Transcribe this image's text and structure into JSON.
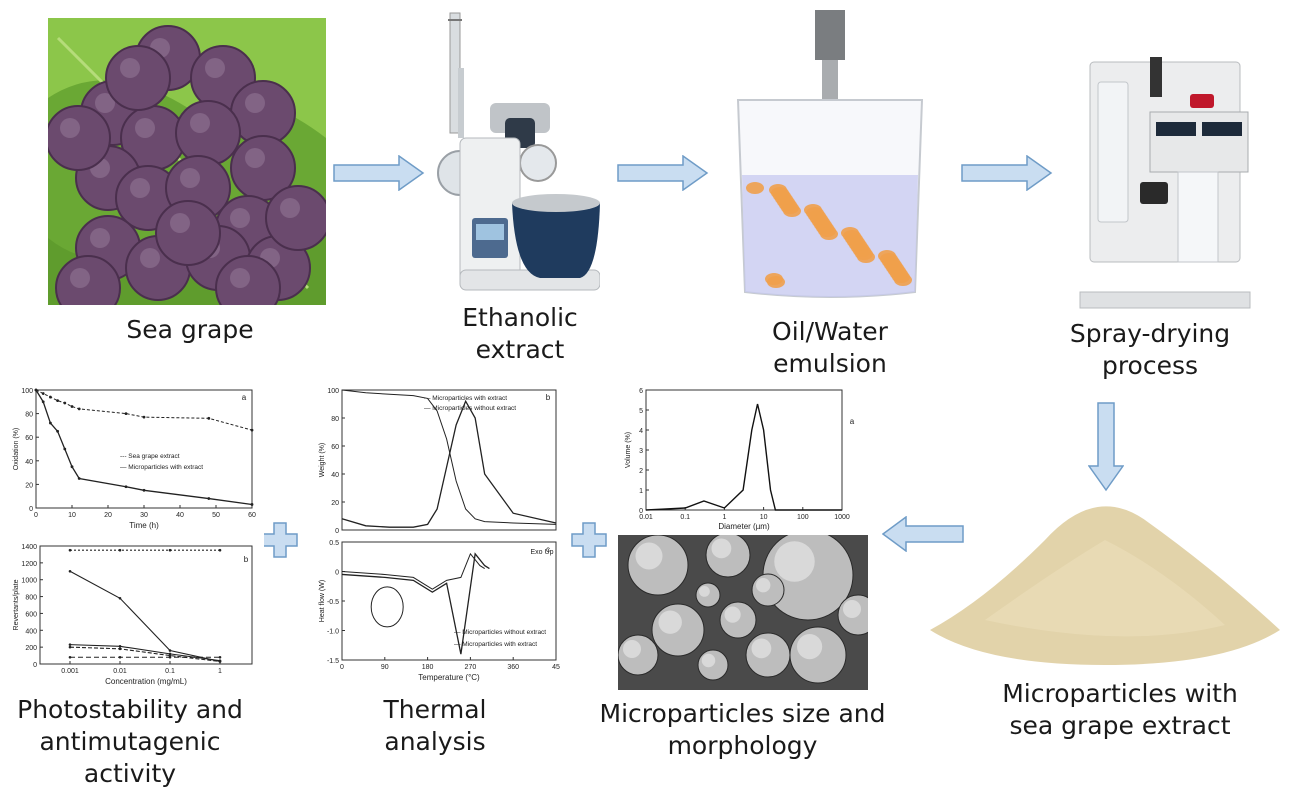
{
  "steps": {
    "sea_grape": "Sea grape",
    "ethanolic": "Ethanolic\nextract",
    "emulsion": "Oil/Water\nemulsion",
    "spray": "Spray-drying\nprocess",
    "microparticles": "Microparticles with\nsea grape extract",
    "size_morph": "Microparticles size and\nmorphology",
    "thermal": "Thermal\nanalysis",
    "photo": "Photostability and\nantimutagenic\nactivity"
  },
  "colors": {
    "arrow_fill": "#c9ddf1",
    "arrow_stroke": "#6f9cc7",
    "grape": "#6b4a6e",
    "leaf": "#7dbb3c",
    "powder": "#e2d3aa",
    "oil_drop": "#f0a04b",
    "water": "#c7c9f0"
  },
  "icons": {
    "flow_arrow": "right-arrow-icon",
    "plus": "plus-icon"
  },
  "chart_data": [
    {
      "id": "oxidation",
      "type": "line",
      "panel_label": "a",
      "ylabel": "Oxidation (%)",
      "xlabel": "Time (h)",
      "xlim": [
        0,
        60
      ],
      "ylim": [
        0,
        100
      ],
      "xticks": [
        "0",
        "10",
        "20",
        "30",
        "40",
        "50",
        "60"
      ],
      "yticks": [
        "0",
        "20",
        "40",
        "60",
        "80",
        "100"
      ],
      "series": [
        {
          "name": "Sea grape extract",
          "x": [
            0,
            2,
            4,
            6,
            8,
            10,
            12,
            25,
            30,
            48,
            60
          ],
          "values": [
            100,
            97,
            94,
            91,
            89,
            86,
            84,
            80,
            77,
            76,
            66
          ]
        },
        {
          "name": "Microparticles with extract",
          "x": [
            0,
            2,
            4,
            6,
            8,
            10,
            12,
            25,
            30,
            48,
            60
          ],
          "values": [
            100,
            90,
            72,
            65,
            50,
            35,
            25,
            18,
            15,
            8,
            3
          ]
        }
      ]
    },
    {
      "id": "revertants",
      "type": "line",
      "panel_label": "b",
      "ylabel": "Revertants/plate",
      "xlabel": "Concentration (mg/mL)",
      "ylim": [
        0,
        1400
      ],
      "yticks": [
        "0",
        "200",
        "400",
        "600",
        "800",
        "1000",
        "1200",
        "1400"
      ],
      "xticks": [
        "0.001",
        "0.01",
        "0.1",
        "1"
      ],
      "series": [
        {
          "x": [
            0.001,
            0.01,
            0.1,
            1
          ],
          "values": [
            1100,
            780,
            160,
            30
          ]
        },
        {
          "x": [
            0.001,
            0.01,
            0.1,
            1
          ],
          "values": [
            230,
            210,
            120,
            40
          ]
        },
        {
          "x": [
            0.001,
            0.01,
            0.1,
            1
          ],
          "values": [
            200,
            180,
            100,
            30
          ]
        },
        {
          "x": [
            0.001,
            0.01,
            0.1,
            1
          ],
          "values": [
            1350,
            1350,
            1350,
            1350
          ]
        },
        {
          "x": [
            0.001,
            0.01,
            0.1,
            1
          ],
          "values": [
            80,
            80,
            80,
            80
          ]
        }
      ]
    },
    {
      "id": "tga",
      "type": "line",
      "panel_label": "b",
      "ylabel": "Weight (%)",
      "ylim": [
        0,
        100
      ],
      "yticks": [
        "0",
        "20",
        "40",
        "60",
        "80",
        "100"
      ],
      "series": [
        {
          "name": "Microparticles with extract",
          "x": [
            0,
            50,
            100,
            150,
            180,
            200,
            220,
            240,
            260,
            280,
            300,
            360,
            450
          ],
          "values": [
            100,
            98,
            97,
            96,
            94,
            85,
            65,
            35,
            15,
            8,
            6,
            5,
            4
          ]
        },
        {
          "name": "Microparticles without extract",
          "x": [
            0,
            50,
            100,
            150,
            180,
            200,
            220,
            240,
            260,
            280,
            300,
            360,
            450
          ],
          "values": [
            8,
            3,
            2,
            2,
            4,
            15,
            45,
            75,
            92,
            80,
            40,
            12,
            5
          ]
        }
      ]
    },
    {
      "id": "dsc",
      "type": "line",
      "panel_label": "c",
      "annotation": "Exo Up",
      "ylabel": "Heat flow (W)",
      "xlabel": "Temperature (°C)",
      "ylim": [
        -1.5,
        0.5
      ],
      "yticks": [
        "0.5",
        "0",
        "-0.5",
        "-1.0",
        "-1.5"
      ],
      "xticks": [
        "0",
        "90",
        "180",
        "270",
        "360",
        "45"
      ],
      "series": [
        {
          "name": "Microparticles without extract",
          "x": [
            0,
            90,
            150,
            190,
            220,
            250,
            270,
            290,
            300
          ],
          "values": [
            0,
            -0.05,
            -0.1,
            -0.3,
            -0.15,
            -0.1,
            0.3,
            0.1,
            0.05
          ]
        },
        {
          "name": "Microparticles with extract",
          "x": [
            0,
            90,
            150,
            190,
            220,
            250,
            280,
            300,
            310
          ],
          "values": [
            -0.05,
            -0.1,
            -0.15,
            -0.35,
            -0.2,
            -1.4,
            0.3,
            0.1,
            0.05
          ]
        }
      ]
    },
    {
      "id": "size_distribution",
      "type": "line",
      "panel_label": "a",
      "ylabel": "Volume (%)",
      "xlabel": "Diameter (µm)",
      "ylim": [
        0,
        6
      ],
      "yticks": [
        "0",
        "1",
        "2",
        "3",
        "4",
        "5",
        "6"
      ],
      "xticks": [
        "0.01",
        "0.1",
        "1",
        "10",
        "100",
        "1000"
      ],
      "series": [
        {
          "x": [
            0.01,
            0.1,
            0.3,
            1,
            3,
            5,
            7,
            10,
            15,
            20,
            100,
            1000
          ],
          "values": [
            0,
            0.1,
            0.45,
            0.1,
            1.0,
            4.0,
            5.3,
            4.0,
            1.0,
            0,
            0,
            0
          ]
        }
      ]
    }
  ]
}
